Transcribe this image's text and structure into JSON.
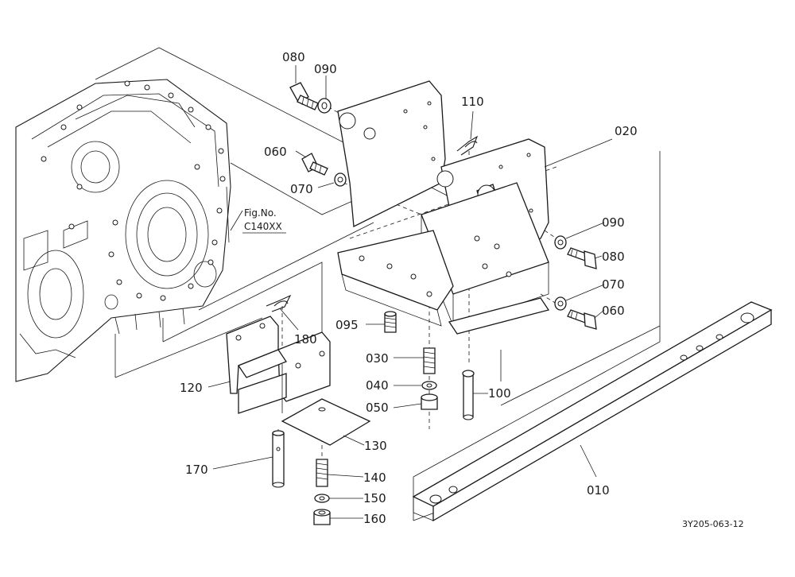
{
  "figure_ref": {
    "line1": "Fig.No.",
    "line2": "C140XX"
  },
  "drawing_code": "3Y205-063-12",
  "parts": {
    "p010": "010",
    "p020": "020",
    "p030": "030",
    "p040": "040",
    "p050": "050",
    "p060a": "060",
    "p060b": "060",
    "p070a": "070",
    "p070b": "070",
    "p080a": "080",
    "p080b": "080",
    "p090a": "090",
    "p090b": "090",
    "p095": "095",
    "p100": "100",
    "p110": "110",
    "p120": "120",
    "p130": "130",
    "p140": "140",
    "p150": "150",
    "p160": "160",
    "p170": "170",
    "p180": "180"
  }
}
